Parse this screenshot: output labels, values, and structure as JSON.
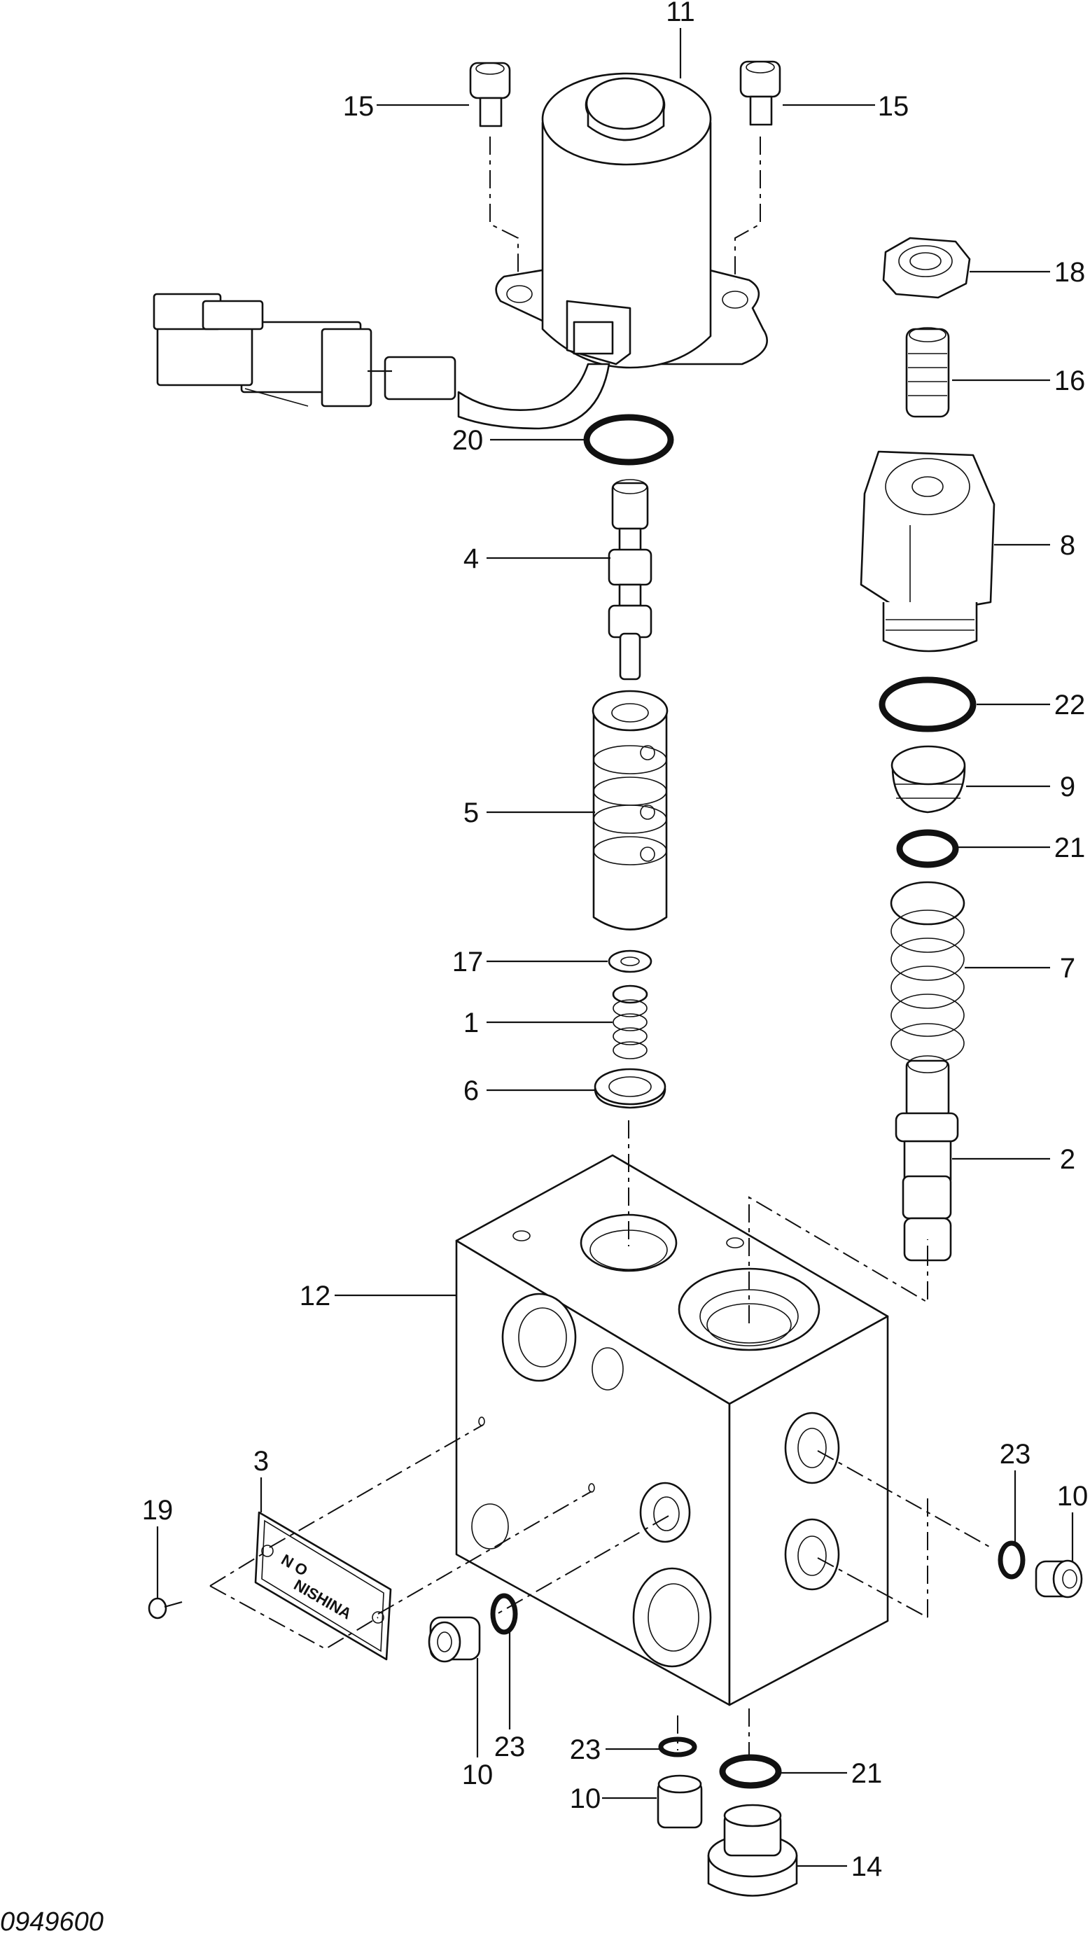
{
  "diagram": {
    "drawing_code": "0949600",
    "plate": {
      "line1": "N O",
      "line2": "NISHINA"
    },
    "labels": [
      {
        "id": "l11",
        "text": "11"
      },
      {
        "id": "l15a",
        "text": "15"
      },
      {
        "id": "l15b",
        "text": "15"
      },
      {
        "id": "l18",
        "text": "18"
      },
      {
        "id": "l16",
        "text": "16"
      },
      {
        "id": "l20",
        "text": "20"
      },
      {
        "id": "l8",
        "text": "8"
      },
      {
        "id": "l4",
        "text": "4"
      },
      {
        "id": "l22",
        "text": "22"
      },
      {
        "id": "l9",
        "text": "9"
      },
      {
        "id": "l5",
        "text": "5"
      },
      {
        "id": "l21a",
        "text": "21"
      },
      {
        "id": "l7",
        "text": "7"
      },
      {
        "id": "l17",
        "text": "17"
      },
      {
        "id": "l1",
        "text": "1"
      },
      {
        "id": "l6",
        "text": "6"
      },
      {
        "id": "l2",
        "text": "2"
      },
      {
        "id": "l12",
        "text": "12"
      },
      {
        "id": "l3",
        "text": "3"
      },
      {
        "id": "l23a",
        "text": "23"
      },
      {
        "id": "l19",
        "text": "19"
      },
      {
        "id": "l10a",
        "text": "10"
      },
      {
        "id": "l23b",
        "text": "23"
      },
      {
        "id": "l10b",
        "text": "10"
      },
      {
        "id": "l23c",
        "text": "23"
      },
      {
        "id": "l21b",
        "text": "21"
      },
      {
        "id": "l10c",
        "text": "10"
      },
      {
        "id": "l14",
        "text": "14"
      }
    ]
  }
}
